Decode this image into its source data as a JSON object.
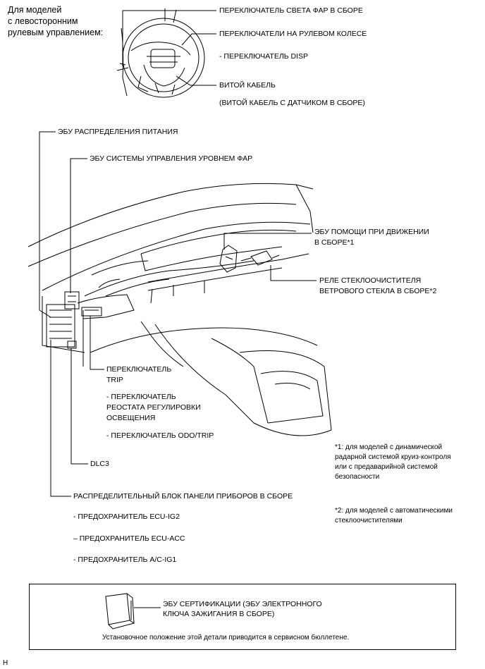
{
  "header": {
    "line1": "Для моделей",
    "line2": "с левосторонним",
    "line3": "рулевым управлением:"
  },
  "steering": {
    "headlight_switch": "ПЕРЕКЛЮЧАТЕЛЬ СВЕТА ФАР В СБОРЕ",
    "wheel_switches": "ПЕРЕКЛЮЧАТЕЛИ НА РУЛЕВОМ КОЛЕСЕ",
    "disp_switch": "- ПЕРЕКЛЮЧАТЕЛЬ DISP",
    "spiral_cable": "ВИТОЙ КАБЕЛЬ",
    "spiral_cable_sub": "(ВИТОЙ КАБЕЛЬ С ДАТЧИКОМ В СБОРЕ)"
  },
  "labels": {
    "power_dist_ecu": "ЭБУ РАСПРЕДЕЛЕНИЯ ПИТАНИЯ",
    "headlight_level_ecu": "ЭБУ СИСТЕМЫ УПРАВЛЕНИЯ УРОВНЕМ ФАР",
    "driving_assist_ecu_1": "ЭБУ ПОМОЩИ ПРИ ДВИЖЕНИИ",
    "driving_assist_ecu_2": "В СБОРЕ*1",
    "wiper_relay_1": "РЕЛЕ СТЕКЛООЧИСТИТЕЛЯ",
    "wiper_relay_2": "ВЕТРОВОГО СТЕКЛА В СБОРЕ*2",
    "trip_switch_1": "ПЕРЕКЛЮЧАТЕЛЬ",
    "trip_switch_2": "TRIP",
    "rheostat_1": "- ПЕРЕКЛЮЧАТЕЛЬ",
    "rheostat_2": "РЕОСТАТА РЕГУЛИРОВКИ",
    "rheostat_3": "ОСВЕЩЕНИЯ",
    "odo_trip": "- ПЕРЕКЛЮЧАТЕЛЬ ODO/TRIP",
    "dlc3": "DLC3",
    "junction_block": "РАСПРЕДЕЛИТЕЛЬНЫЙ БЛОК ПАНЕЛИ ПРИБОРОВ В СБОРЕ",
    "fuse_ig2": "- ПРЕДОХРАНИТЕЛЬ ECU-IG2",
    "fuse_acc": "– ПРЕДОХРАНИТЕЛЬ ECU-ACC",
    "fuse_ac": "- ПРЕДОХРАНИТЕЛЬ A/C-IG1"
  },
  "notes": {
    "n1_1": "*1: для моделей с динамической",
    "n1_2": "радарной системой круиз-контроля",
    "n1_3": "или с предаварийной системой",
    "n1_4": "безопасности",
    "n2_1": "*2: для моделей с автоматическими",
    "n2_2": "стеклоочистителями"
  },
  "certification_box": {
    "label_1": "ЭБУ СЕРТИФИКАЦИИ (ЭБУ ЭЛЕКТРОННОГО",
    "label_2": "КЛЮЧА ЗАЖИГАНИЯ В СБОРЕ)",
    "caption": "Установочное положение этой детали приводится в сервисном бюллетене."
  },
  "footer": {
    "code": "H"
  }
}
